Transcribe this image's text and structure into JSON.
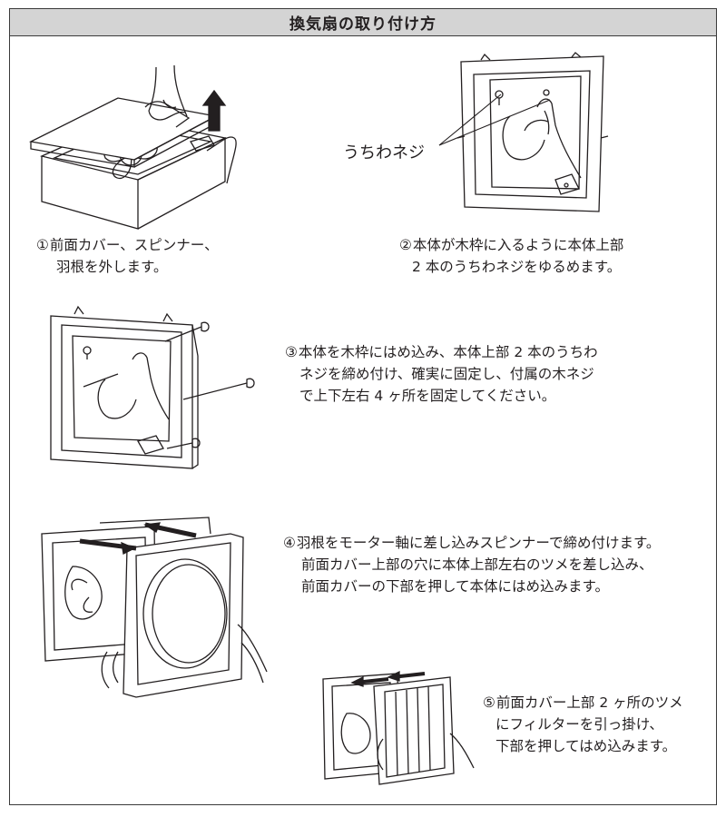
{
  "header": {
    "title": "換気扇の取り付け方"
  },
  "steps": [
    {
      "num": "①",
      "lines": [
        "前面カバー、スピンナー、",
        "羽根を外します。"
      ]
    },
    {
      "num": "②",
      "lines": [
        "本体が木枠に入るように本体上部",
        "2 本のうちわネジをゆるめます。"
      ]
    },
    {
      "num": "③",
      "lines": [
        "本体を木枠にはめ込み、本体上部 2 本のうちわ",
        "ネジを締め付け、確実に固定し、付属の木ネジ",
        "で上下左右 4 ヶ所を固定してください。"
      ]
    },
    {
      "num": "④",
      "lines": [
        "羽根をモーター軸に差し込みスピンナーで締め付けます。",
        "前面カバー上部の穴に本体上部左右のツメを差し込み、",
        "前面カバーの下部を押して本体にはめ込みます。"
      ]
    },
    {
      "num": "⑤",
      "lines": [
        "前面カバー上部 2 ヶ所のツメ",
        "にフィルターを引っ掛け、",
        "下部を押してはめ込みます。"
      ]
    }
  ],
  "callout": {
    "label": "うちわネジ"
  },
  "icons": {
    "step1": "fan-cover-removal-illustration",
    "step2": "frame-screw-illustration",
    "step3": "frame-mounting-illustration",
    "step4": "front-cover-attach-illustration",
    "step5": "filter-attach-illustration"
  },
  "colors": {
    "header_bg": "#d4d4d4",
    "line": "#231f20",
    "frame": "#3a3a3a"
  }
}
